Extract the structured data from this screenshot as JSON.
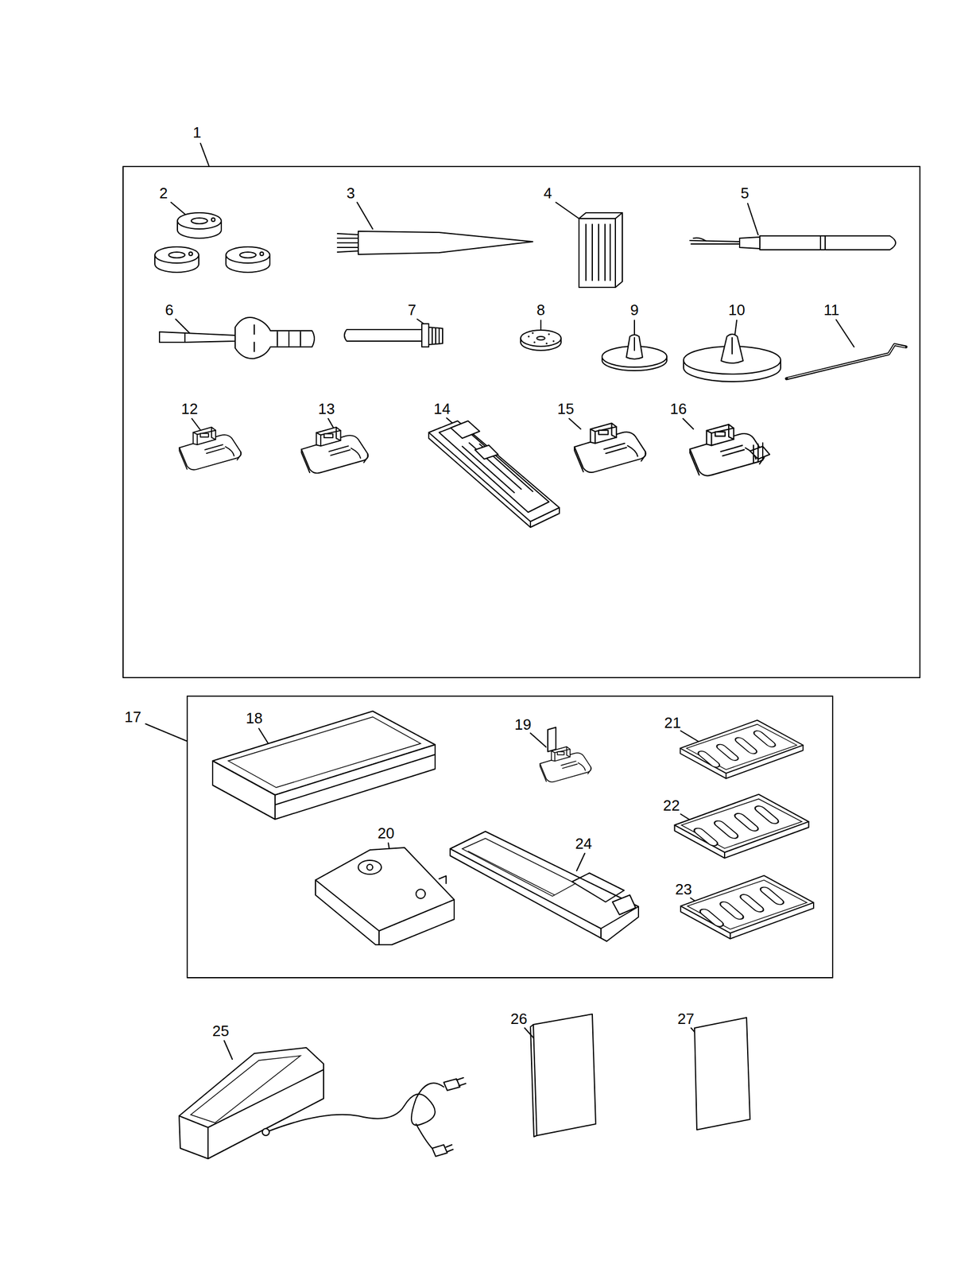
{
  "diagram": {
    "labels": [
      "1",
      "2",
      "3",
      "4",
      "5",
      "6",
      "7",
      "8",
      "9",
      "10",
      "11",
      "12",
      "13",
      "14",
      "15",
      "16",
      "17",
      "18",
      "19",
      "20",
      "21",
      "22",
      "23",
      "24",
      "25",
      "26",
      "27"
    ]
  }
}
